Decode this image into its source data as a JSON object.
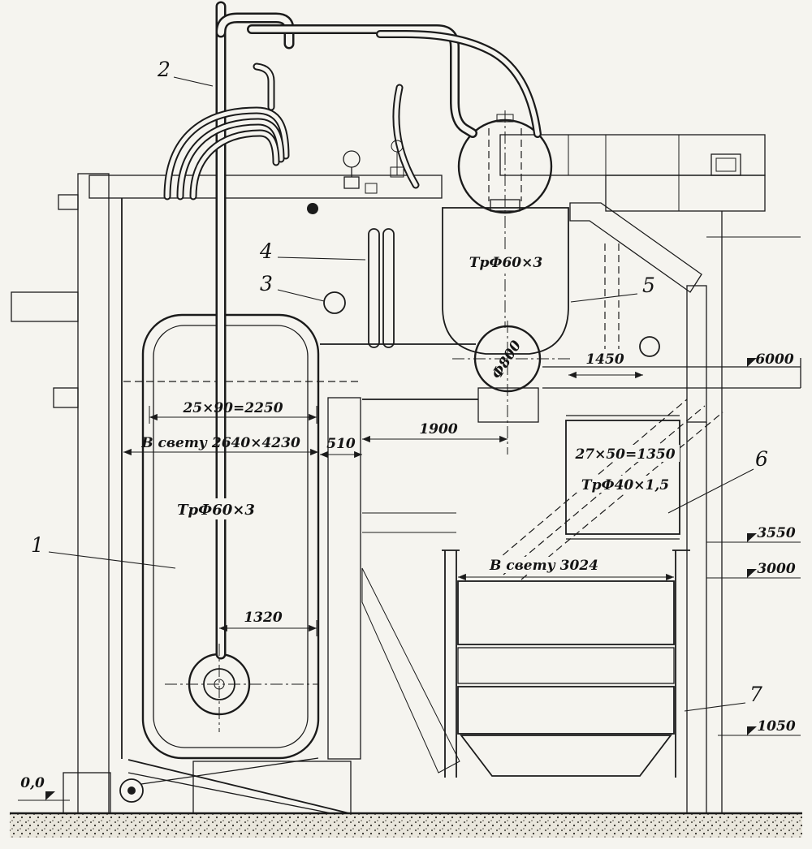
{
  "colors": {
    "ink": "#1b1b1b",
    "paper": "#f5f4ef"
  },
  "parts": {
    "p1": "1",
    "p2": "2",
    "p3": "3",
    "p4": "4",
    "p5": "5",
    "p6": "6",
    "p7": "7"
  },
  "dims": {
    "pitch_top": "25×90=2250",
    "clear_main": "В свету 2640×4230",
    "d510": "510",
    "d1900": "1900",
    "d1450": "1450",
    "d1320": "1320",
    "pitch_bank": "27×50=1350",
    "tube_bank": "ТрФ40×1,5",
    "clear_3024": "В  свету 3024",
    "tube_furnace": "ТрФ60×3",
    "tube_screen": "ТрФ60×3",
    "dia800": "Ф800"
  },
  "elevations": {
    "e6000": "6000",
    "e3550": "3550",
    "e3000": "3000",
    "e1050": "1050",
    "e0": "0,0"
  }
}
